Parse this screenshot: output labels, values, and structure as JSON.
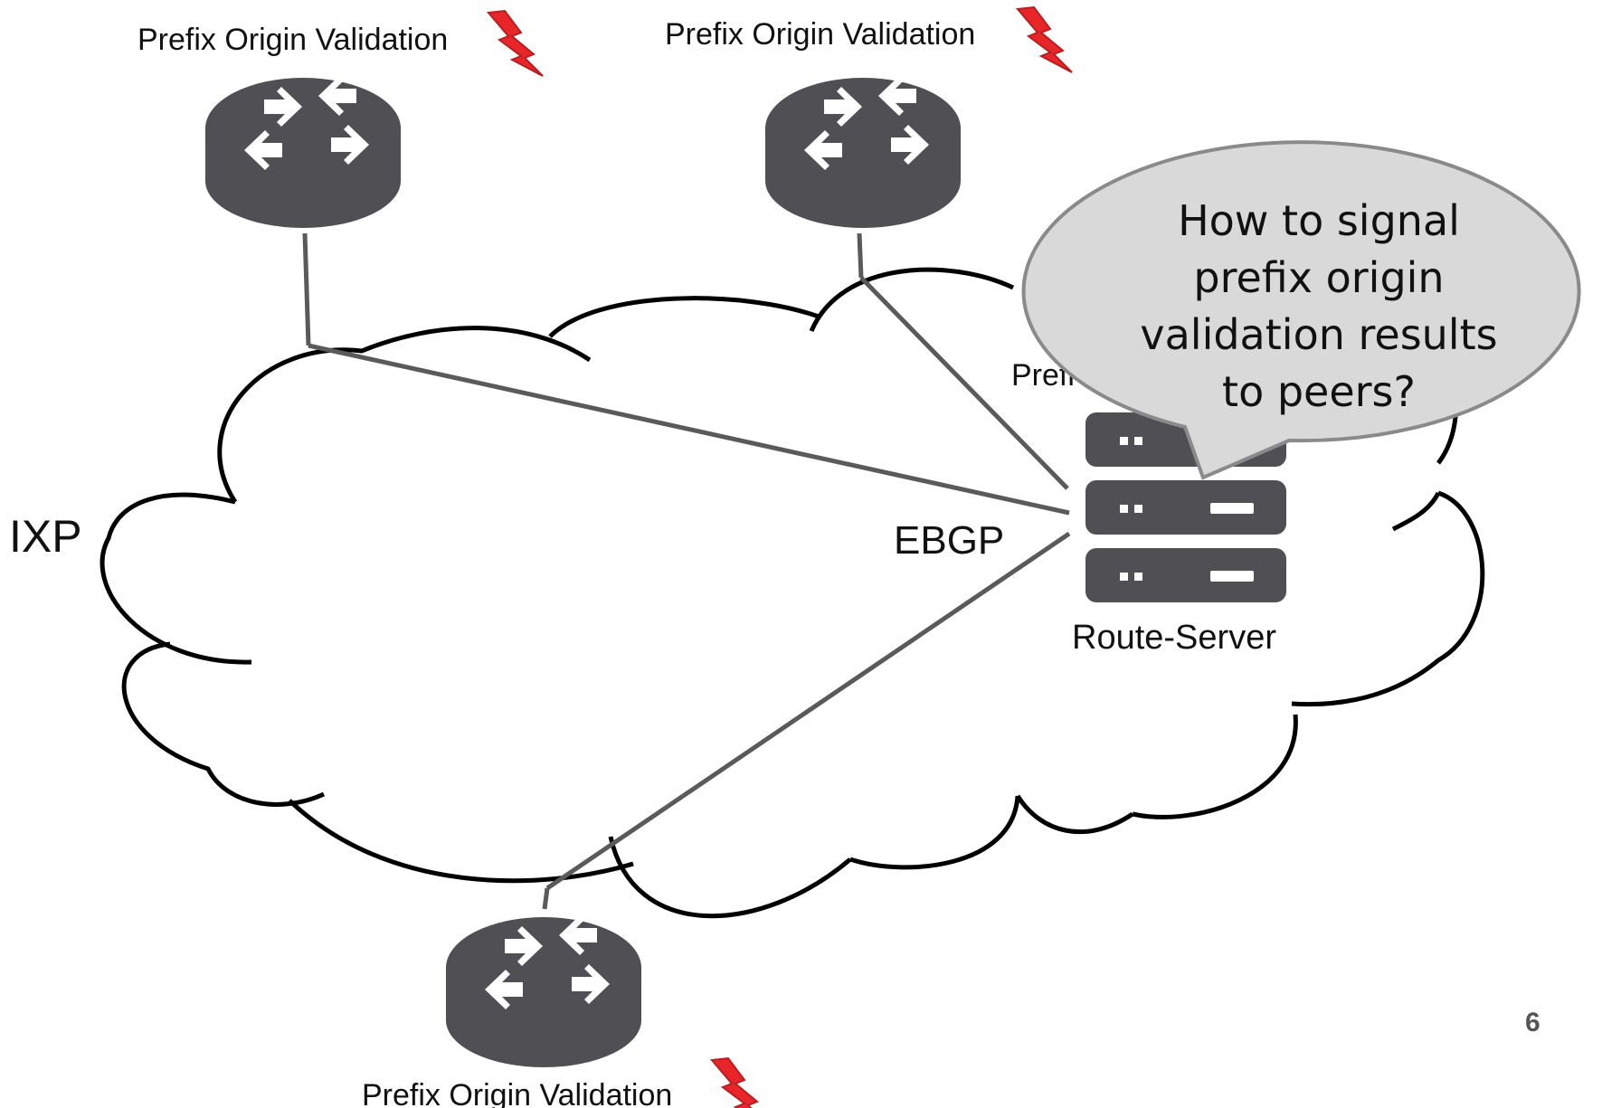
{
  "labels": {
    "pov_top_left": "Prefix Origin Validation",
    "pov_top_mid": "Prefix Origin Validation",
    "pov_bottom": "Prefix Origin Validation",
    "pov_server_partial": "Prefi",
    "ixp": "IXP",
    "ebgp": "EBGP",
    "route_server": "Route-Server"
  },
  "bubble": {
    "lines": [
      "How to signal",
      "prefix origin",
      "validation results",
      "to peers?"
    ]
  },
  "page_number": "6",
  "colors": {
    "router_body": "#4f4f54",
    "router_arrow": "#ffffff",
    "link": "#5a5a5a",
    "cloud_outline": "#000000",
    "bolt_fill": "#e8262a",
    "bubble_fill": "#d9d9d9",
    "bubble_stroke": "#8a8a8a"
  },
  "icons": [
    "router-icon",
    "server-icon",
    "lightning-bolt-icon",
    "cloud-icon"
  ]
}
